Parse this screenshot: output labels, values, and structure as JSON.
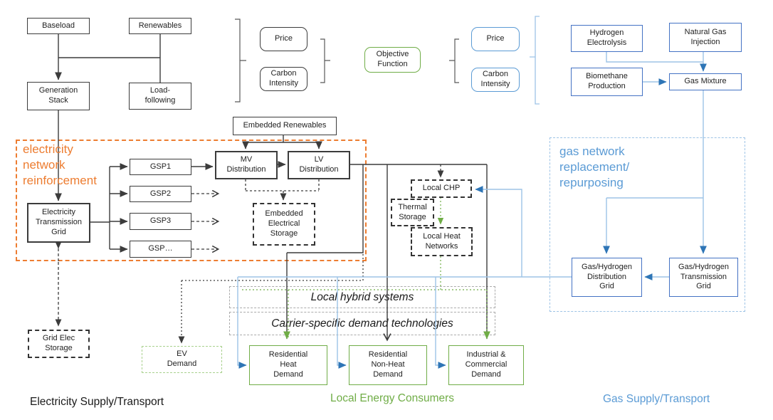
{
  "nodes": {
    "baseload": "Baseload",
    "renewables": "Renewables",
    "generation_stack": "Generation\nStack",
    "load_following": "Load-\nfollowing",
    "price_elec": "Price",
    "carbon_elec": "Carbon\nIntensity",
    "objective_function": "Objective\nFunction",
    "price_gas": "Price",
    "carbon_gas": "Carbon\nIntensity",
    "hydrogen_electrolysis": "Hydrogen\nElectrolysis",
    "natural_gas_injection": "Natural Gas\nInjection",
    "biomethane_production": "Biomethane\nProduction",
    "gas_mixture": "Gas Mixture",
    "embedded_renewables": "Embedded Renewables",
    "gsp1": "GSP1",
    "gsp2": "GSP2",
    "gsp3": "GSP3",
    "gsp_more": "GSP…",
    "mv_distribution": "MV\nDistribution",
    "lv_distribution": "LV\nDistribution",
    "electricity_transmission_grid": "Electricity\nTransmission\nGrid",
    "embedded_electrical_storage": "Embedded\nElectrical\nStorage",
    "grid_elec_storage": "Grid Elec\nStorage",
    "local_chp": "Local CHP",
    "thermal_storage": "Thermal\nStorage",
    "local_heat_networks": "Local Heat\nNetworks",
    "gas_distribution_grid": "Gas/Hydrogen\nDistribution\nGrid",
    "gas_transmission_grid": "Gas/Hydrogen\nTransmission\nGrid",
    "ev_demand": "EV\nDemand",
    "residential_heat_demand": "Residential\nHeat\nDemand",
    "residential_non_heat_demand": "Residential\nNon-Heat\nDemand",
    "industrial_commercial_demand": "Industrial &\nCommercial\nDemand"
  },
  "regions": {
    "electricity_reinforcement": "electricity\nnetwork\nreinforcement",
    "gas_replacement": "gas network\nreplacement/\nrepurposing",
    "local_hybrid": "Local hybrid systems",
    "carrier_specific": "Carrier-specific demand technologies"
  },
  "section_labels": {
    "electricity": "Electricity Supply/Transport",
    "consumers": "Local Energy Consumers",
    "gas": "Gas Supply/Transport"
  },
  "colors": {
    "orange": "#ED7D31",
    "green": "#70AD47",
    "green_light": "#A9D18E",
    "blue_border": "#4472C4",
    "blue_line": "#9DC3E6",
    "blue_label": "#5B9BD5",
    "black_line": "#404040"
  }
}
